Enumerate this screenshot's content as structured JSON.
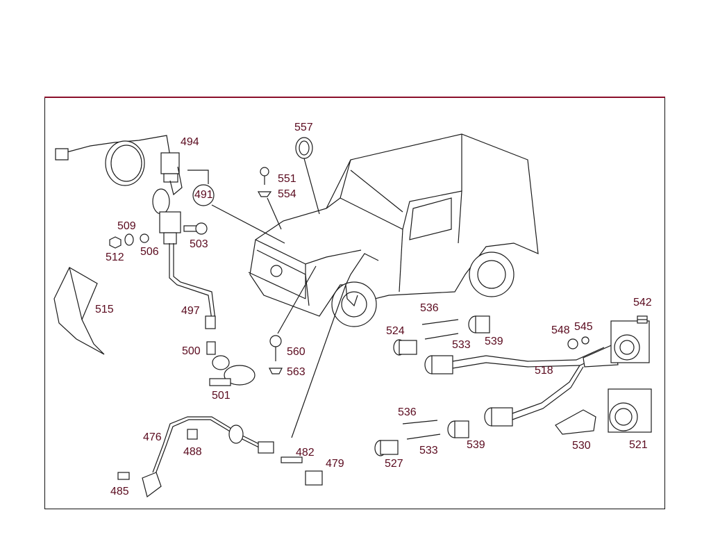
{
  "diagram": {
    "accent_color": "#8a0f2a",
    "labels": [
      {
        "id": "494",
        "text": "494"
      },
      {
        "id": "557",
        "text": "557"
      },
      {
        "id": "551",
        "text": "551"
      },
      {
        "id": "554",
        "text": "554"
      },
      {
        "id": "491",
        "text": "491"
      },
      {
        "id": "509",
        "text": "509"
      },
      {
        "id": "512",
        "text": "512"
      },
      {
        "id": "506",
        "text": "506"
      },
      {
        "id": "503",
        "text": "503"
      },
      {
        "id": "515",
        "text": "515"
      },
      {
        "id": "497",
        "text": "497"
      },
      {
        "id": "500",
        "text": "500"
      },
      {
        "id": "501",
        "text": "501"
      },
      {
        "id": "560",
        "text": "560"
      },
      {
        "id": "563",
        "text": "563"
      },
      {
        "id": "536a",
        "text": "536"
      },
      {
        "id": "524",
        "text": "524"
      },
      {
        "id": "533a",
        "text": "533"
      },
      {
        "id": "539a",
        "text": "539"
      },
      {
        "id": "542",
        "text": "542"
      },
      {
        "id": "548",
        "text": "548"
      },
      {
        "id": "545",
        "text": "545"
      },
      {
        "id": "518",
        "text": "518"
      },
      {
        "id": "536b",
        "text": "536"
      },
      {
        "id": "533b",
        "text": "533"
      },
      {
        "id": "539b",
        "text": "539"
      },
      {
        "id": "527",
        "text": "527"
      },
      {
        "id": "530",
        "text": "530"
      },
      {
        "id": "521",
        "text": "521"
      },
      {
        "id": "476",
        "text": "476"
      },
      {
        "id": "488",
        "text": "488"
      },
      {
        "id": "482",
        "text": "482"
      },
      {
        "id": "479",
        "text": "479"
      },
      {
        "id": "485",
        "text": "485"
      }
    ]
  }
}
